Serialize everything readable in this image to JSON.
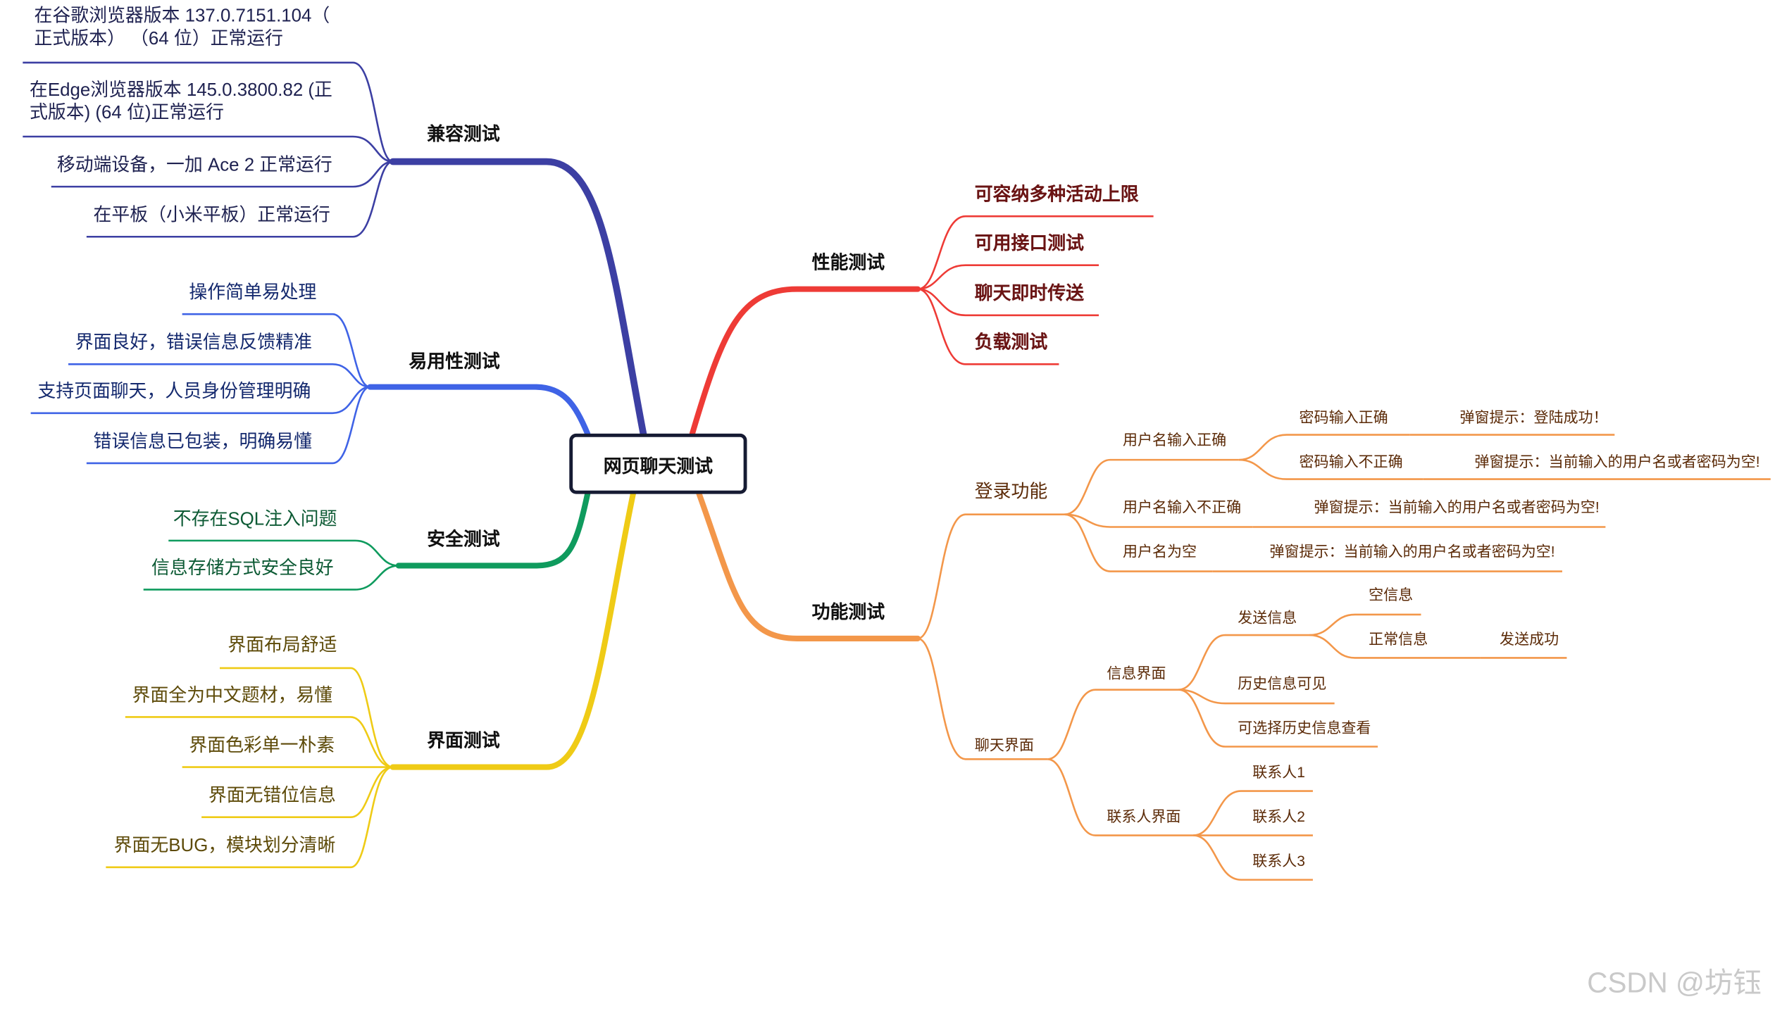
{
  "root": "网页聊天测试",
  "colors": {
    "compat": "#3c3fa3",
    "usability": "#3f63e6",
    "security": "#0f9b5e",
    "ui": "#efcb16",
    "performance": "#ee3b36",
    "function": "#f3974a"
  },
  "compat": {
    "title": "兼容测试",
    "items": [
      "在谷歌浏览器版本 137.0.7151.104（\n正式版本） （64 位）正常运行",
      "在Edge浏览器版本 145.0.3800.82 (正\n式版本) (64 位)正常运行",
      "移动端设备，一加 Ace 2 正常运行",
      "在平板（小米平板）正常运行"
    ]
  },
  "usability": {
    "title": "易用性测试",
    "items": [
      "操作简单易处理",
      "界面良好，错误信息反馈精准",
      "支持页面聊天，人员身份管理明确",
      "错误信息已包装，明确易懂"
    ]
  },
  "security": {
    "title": "安全测试",
    "items": [
      "不存在SQL注入问题",
      "信息存储方式安全良好"
    ]
  },
  "ui": {
    "title": "界面测试",
    "items": [
      "界面布局舒适",
      "界面全为中文题材，易懂",
      "界面色彩单一朴素",
      "界面无错位信息",
      "界面无BUG，模块划分清晰"
    ]
  },
  "performance": {
    "title": "性能测试",
    "items": [
      "可容纳多种活动上限",
      "可用接口测试",
      "聊天即时传送",
      "负载测试"
    ]
  },
  "function": {
    "title": "功能测试",
    "login": {
      "title": "登录功能",
      "user_correct": "用户名输入正确",
      "pw_correct": "密码输入正确",
      "pw_correct_result": "弹窗提示：登陆成功！",
      "pw_wrong": "密码输入不正确",
      "pw_wrong_result": "弹窗提示：当前输入的用户名或者密码为空!",
      "user_wrong": "用户名输入不正确",
      "user_wrong_result": "弹窗提示：当前输入的用户名或者密码为空!",
      "user_empty": "用户名为空",
      "user_empty_result": "弹窗提示：当前输入的用户名或者密码为空!"
    },
    "chat": {
      "title": "聊天界面",
      "info_page": "信息界面",
      "send": "发送信息",
      "empty_msg": "空信息",
      "normal_msg": "正常信息",
      "send_success": "发送成功",
      "history": "历史信息可见",
      "history_select": "可选择历史信息查看",
      "contacts_page": "联系人界面",
      "contacts": [
        "联系人1",
        "联系人2",
        "联系人3"
      ]
    }
  },
  "watermark": "CSDN @坊钰"
}
